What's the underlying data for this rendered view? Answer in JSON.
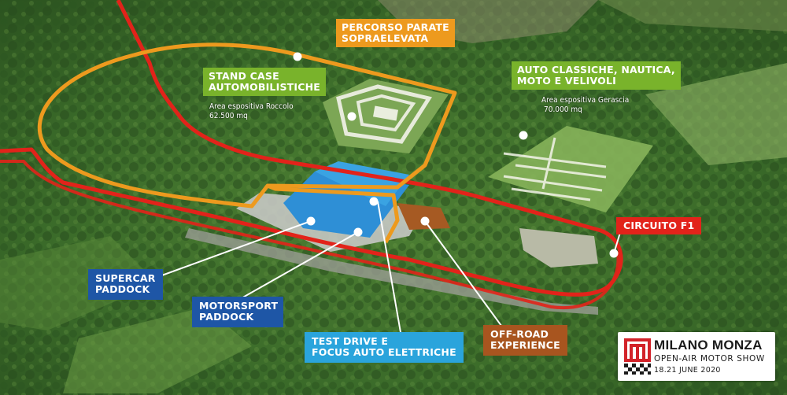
{
  "colors": {
    "orange": "#ed9a1e",
    "green": "#79b32b",
    "red": "#e2231a",
    "navy": "#1e56a6",
    "sky": "#2aa4dc",
    "brown": "#a8551f",
    "forest": "#2f5a23",
    "logo_red": "#d2232a"
  },
  "labels": {
    "percorso": [
      "PERCORSO PARATE",
      "SOPRAELEVATA"
    ],
    "stand": [
      "STAND CASE",
      "AUTOMOBILISTICHE"
    ],
    "stand_area": [
      "Area espositiva Roccolo",
      "62.500 mq"
    ],
    "classiche": [
      "AUTO CLASSICHE, NAUTICA,",
      "MOTO E VELIVOLI"
    ],
    "classiche_area": [
      "Area espositiva Gerascia",
      "70.000 mq"
    ],
    "circuito": "CIRCUITO F1",
    "supercar": [
      "SUPERCAR",
      "PADDOCK"
    ],
    "motorsport": [
      "MOTORSPORT",
      "PADDOCK"
    ],
    "test_drive": [
      "TEST DRIVE E",
      "FOCUS AUTO ELETTRICHE"
    ],
    "offroad": [
      "OFF-ROAD",
      "EXPERIENCE"
    ]
  },
  "logo": {
    "name": "MILANO MONZA",
    "tagline": "OPEN-AIR MOTOR SHOW",
    "dates": "18.21  JUNE  2020",
    "icon": "monza-m-checkered-logo"
  }
}
